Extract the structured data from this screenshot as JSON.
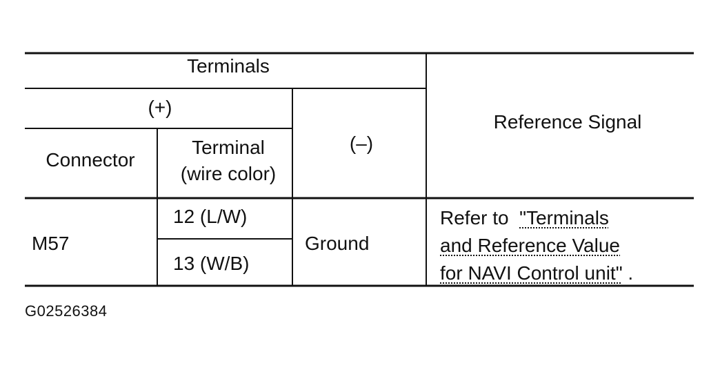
{
  "table": {
    "header": {
      "terminals": "Terminals",
      "plus": "(+)",
      "minus": "(–)",
      "connector": "Connector",
      "terminal_line1": "Terminal",
      "terminal_line2": "(wire color)",
      "reference_signal": "Reference Signal"
    },
    "rows": [
      {
        "connector": "M57",
        "terminals": [
          "12 (L/W)",
          "13 (W/B)"
        ],
        "minus": "Ground",
        "reference": {
          "prefix": "Refer to",
          "link_line1": "\"Terminals",
          "link_line2": "and Reference Value",
          "link_line3": "for NAVI Control unit\"",
          "suffix": "."
        }
      }
    ]
  },
  "figure_id": "G02526384"
}
